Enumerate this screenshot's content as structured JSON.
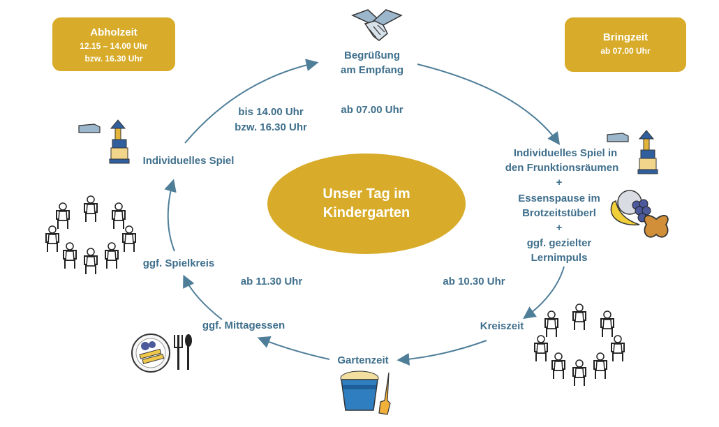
{
  "colors": {
    "accent": "#d8ac2a",
    "label": "#3f6f8c",
    "arrow": "#4f7e99"
  },
  "center": {
    "line1": "Unser Tag im",
    "line2": "Kindergarten"
  },
  "abholzeit": {
    "title": "Abholzeit",
    "line1": "12.15 – 14.00 Uhr",
    "line2": "bzw. 16.30 Uhr"
  },
  "bringzeit": {
    "title": "Bringzeit",
    "line1": "ab 07.00 Uhr"
  },
  "steps": {
    "begruessung": {
      "line1": "Begrüßung",
      "line2": "am Empfang",
      "icon": "handshake-icon"
    },
    "spiel_raeume": {
      "line1": "Individuelles Spiel in",
      "line2": "den Frunktionsräumen",
      "plus1": "+",
      "line3": "Essenspause im",
      "line4": "Brotzeitstüberl",
      "plus2": "+",
      "line5": "ggf. gezielter",
      "line6": "Lernimpuls",
      "icon": "building-blocks-icon"
    },
    "kreiszeit": {
      "label": "Kreiszeit",
      "icon": "circle-of-chairs-icon"
    },
    "gartenzeit": {
      "label": "Gartenzeit",
      "icon": "sand-bucket-icon"
    },
    "mittagessen": {
      "label": "ggf. Mittagessen",
      "icon": "meal-plate-icon"
    },
    "spielkreis": {
      "label": "ggf. Spielkreis",
      "icon": "circle-of-chairs-icon"
    },
    "spiel": {
      "label": "Individuelles Spiel",
      "icon": "building-blocks-icon"
    }
  },
  "times": {
    "ab0700": "ab 07.00 Uhr",
    "ab1030": "ab 10.30 Uhr",
    "ab1130": "ab 11.30 Uhr",
    "bis1400_line1": "bis 14.00 Uhr",
    "bis1400_line2": "bzw. 16.30 Uhr"
  }
}
